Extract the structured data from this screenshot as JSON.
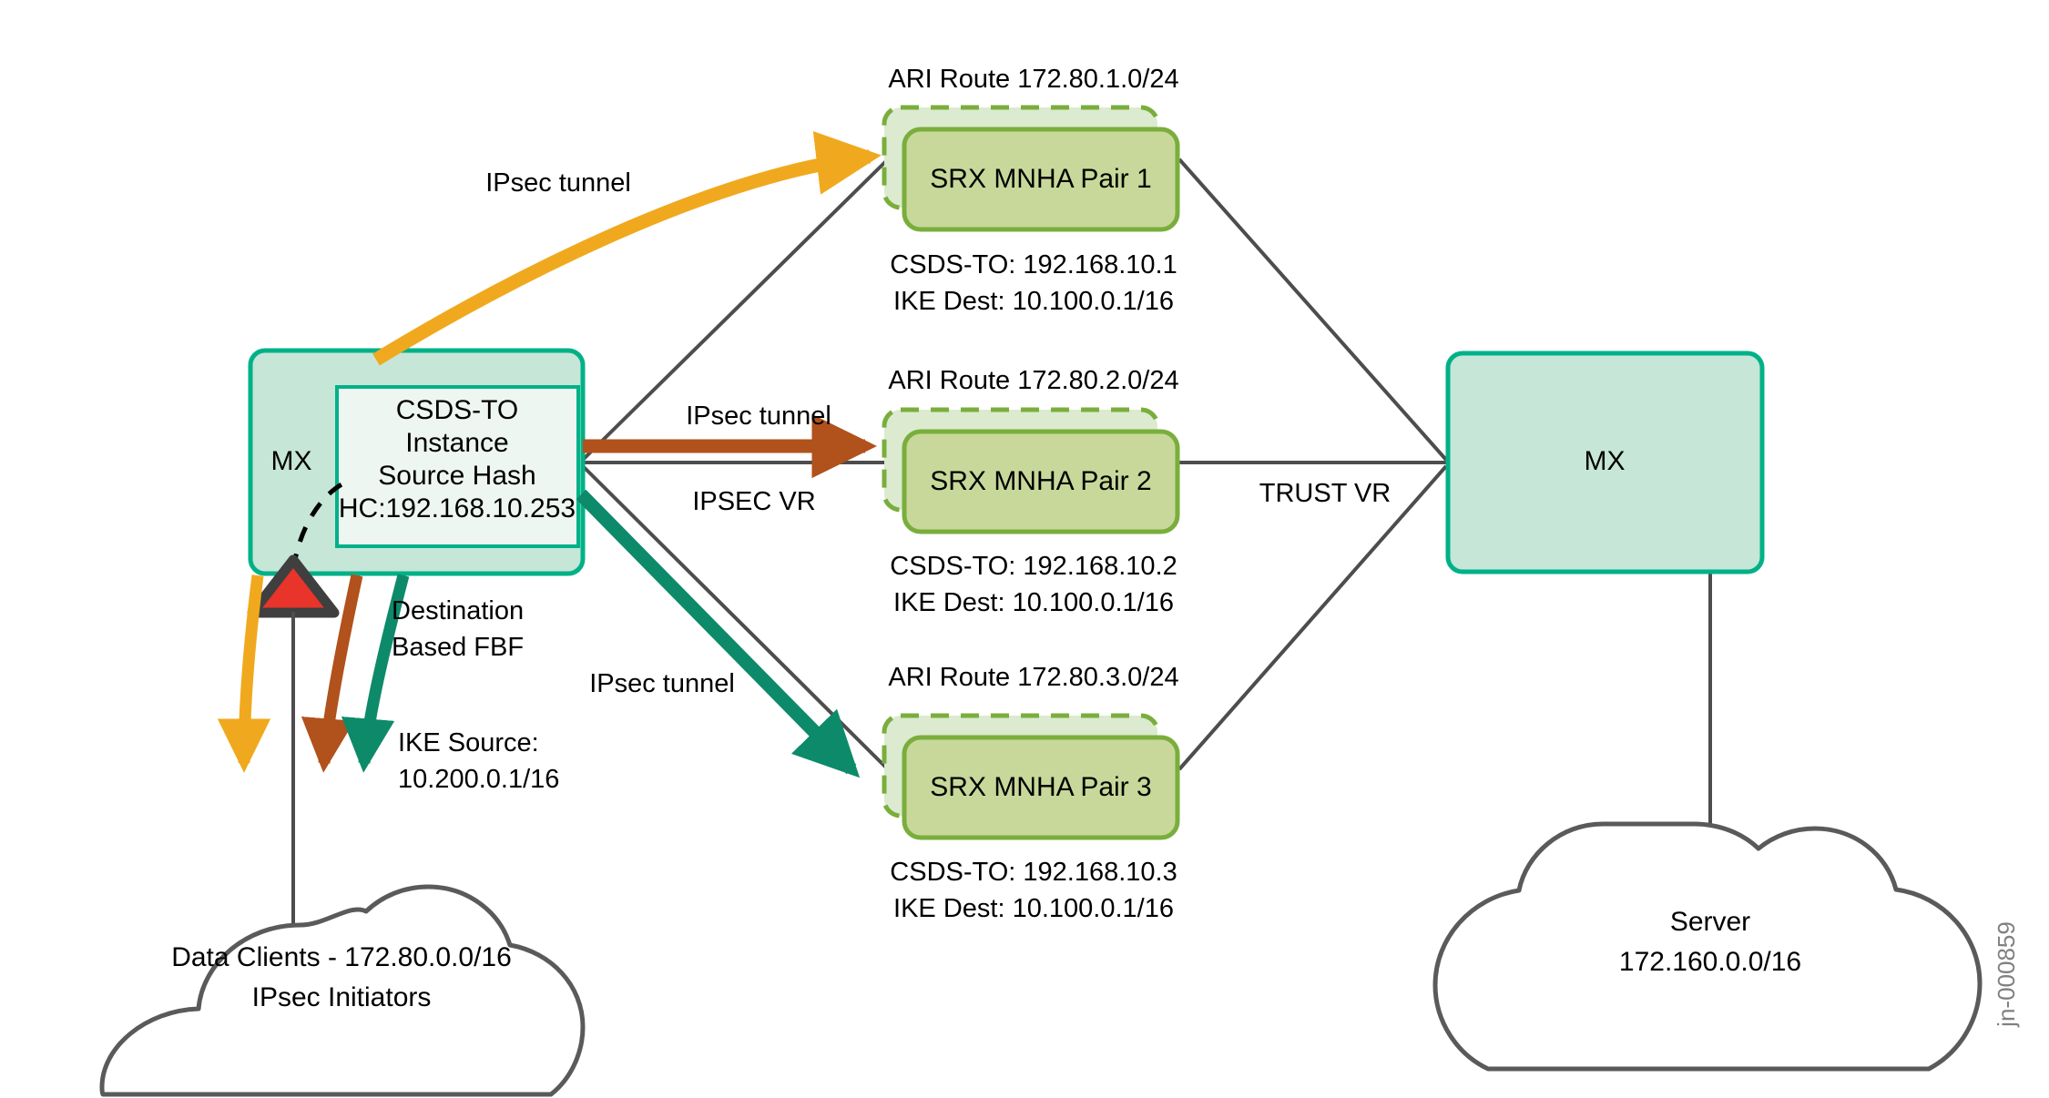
{
  "diagram": {
    "title": "IPsec MNHA distributed tunnel topology",
    "watermark": "jn-000859",
    "colors": {
      "mx_fill": "#c6e6d7",
      "mx_border": "#00b188",
      "inner_fill": "#eef6f1",
      "inner_border": "#00b188",
      "srx_front_fill": "#c8d89a",
      "srx_back_fill": "#dcead0",
      "srx_border": "#7aae3c",
      "link_grey": "#4d4d4d",
      "cloud_stroke": "#5a5a5a",
      "tunnel_amber": "#f0a91e",
      "tunnel_brown": "#b1511b",
      "tunnel_teal": "#0d8a6a",
      "alarm_red": "#e8342a",
      "alarm_outline": "#3f3f3f",
      "text": "#000000",
      "watermark": "#808080"
    }
  },
  "mx_left": {
    "label": "MX",
    "inner": {
      "line1": "CSDS-TO",
      "line2": "Instance",
      "line3": "Source Hash",
      "line4": "HC:192.168.10.253"
    }
  },
  "mx_right": {
    "label": "MX"
  },
  "srx_pairs": [
    {
      "name": "SRX MNHA Pair 1",
      "ari_route": "ARI Route 172.80.1.0/24",
      "csds_to": "CSDS-TO: 192.168.10.1",
      "ike_dest": "IKE Dest: 10.100.0.1/16"
    },
    {
      "name": "SRX MNHA Pair 2",
      "ari_route": "ARI Route 172.80.2.0/24",
      "csds_to": "CSDS-TO: 192.168.10.2",
      "ike_dest": "IKE Dest: 10.100.0.1/16"
    },
    {
      "name": "SRX MNHA Pair 3",
      "ari_route": "ARI Route 172.80.3.0/24",
      "csds_to": "CSDS-TO: 192.168.10.3",
      "ike_dest": "IKE Dest: 10.100.0.1/16"
    }
  ],
  "tunnel_labels": {
    "top": "IPsec tunnel",
    "middle": "IPsec tunnel",
    "bottom": "IPsec tunnel"
  },
  "vr_labels": {
    "ipsec_vr": "IPSEC VR",
    "trust_vr": "TRUST VR"
  },
  "annotations": {
    "fbf_line1": "Destination",
    "fbf_line2": "Based FBF",
    "ike_source_line1": "IKE Source:",
    "ike_source_line2": "10.200.0.1/16"
  },
  "clouds": {
    "left": {
      "line1": "Data Clients - 172.80.0.0/16",
      "line2": "IPsec Initiators"
    },
    "right": {
      "line1": "Server",
      "line2": "172.160.0.0/16"
    }
  }
}
